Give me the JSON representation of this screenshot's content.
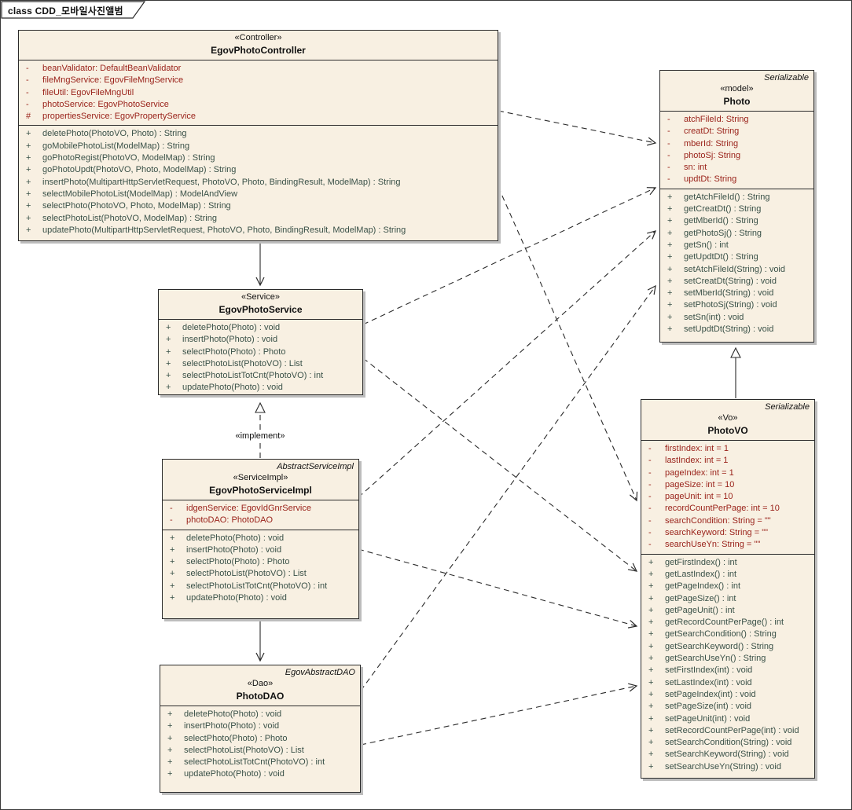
{
  "frame": {
    "title": "class CDD_모바일사진앨범"
  },
  "colors": {
    "class_fill": "#F8F0E2",
    "class_border": "#2B2B2B",
    "attribute_text": "#9A231B",
    "method_text": "#3A5148",
    "shadow": "#BDBDBD"
  },
  "connector_labels": {
    "implement": "«implement»"
  },
  "classes": [
    {
      "id": "controller",
      "template": "",
      "stereotype": "«Controller»",
      "name": "EgovPhotoController",
      "attributes": [
        {
          "vis": "-",
          "text": "beanValidator: DefaultBeanValidator"
        },
        {
          "vis": "-",
          "text": "fileMngService: EgovFileMngService"
        },
        {
          "vis": "-",
          "text": "fileUtil: EgovFileMngUtil"
        },
        {
          "vis": "-",
          "text": "photoService: EgovPhotoService"
        },
        {
          "vis": "#",
          "text": "propertiesService: EgovPropertyService"
        }
      ],
      "methods": [
        {
          "vis": "+",
          "text": "deletePhoto(PhotoVO, Photo) : String"
        },
        {
          "vis": "+",
          "text": "goMobilePhotoList(ModelMap) : String"
        },
        {
          "vis": "+",
          "text": "goPhotoRegist(PhotoVO, ModelMap) : String"
        },
        {
          "vis": "+",
          "text": "goPhotoUpdt(PhotoVO, Photo, ModelMap) : String"
        },
        {
          "vis": "+",
          "text": "insertPhoto(MultipartHttpServletRequest, PhotoVO, Photo, BindingResult, ModelMap) : String"
        },
        {
          "vis": "+",
          "text": "selectMobilePhotoList(ModelMap) : ModelAndView"
        },
        {
          "vis": "+",
          "text": "selectPhoto(PhotoVO, Photo, ModelMap) : String"
        },
        {
          "vis": "+",
          "text": "selectPhotoList(PhotoVO, ModelMap) : String"
        },
        {
          "vis": "+",
          "text": "updatePhoto(MultipartHttpServletRequest, PhotoVO, Photo, BindingResult, ModelMap) : String"
        }
      ]
    },
    {
      "id": "photo",
      "template": "Serializable",
      "stereotype": "«model»",
      "name": "Photo",
      "attributes": [
        {
          "vis": "-",
          "text": "atchFileId: String"
        },
        {
          "vis": "-",
          "text": "creatDt: String"
        },
        {
          "vis": "-",
          "text": "mberId: String"
        },
        {
          "vis": "-",
          "text": "photoSj: String"
        },
        {
          "vis": "-",
          "text": "sn: int"
        },
        {
          "vis": "-",
          "text": "updtDt: String"
        }
      ],
      "methods": [
        {
          "vis": "+",
          "text": "getAtchFileId() : String"
        },
        {
          "vis": "+",
          "text": "getCreatDt() : String"
        },
        {
          "vis": "+",
          "text": "getMberId() : String"
        },
        {
          "vis": "+",
          "text": "getPhotoSj() : String"
        },
        {
          "vis": "+",
          "text": "getSn() : int"
        },
        {
          "vis": "+",
          "text": "getUpdtDt() : String"
        },
        {
          "vis": "+",
          "text": "setAtchFileId(String) : void"
        },
        {
          "vis": "+",
          "text": "setCreatDt(String) : void"
        },
        {
          "vis": "+",
          "text": "setMberId(String) : void"
        },
        {
          "vis": "+",
          "text": "setPhotoSj(String) : void"
        },
        {
          "vis": "+",
          "text": "setSn(int) : void"
        },
        {
          "vis": "+",
          "text": "setUpdtDt(String) : void"
        }
      ]
    },
    {
      "id": "service",
      "template": "",
      "stereotype": "«Service»",
      "name": "EgovPhotoService",
      "attributes": [],
      "methods": [
        {
          "vis": "+",
          "text": "deletePhoto(Photo) : void"
        },
        {
          "vis": "+",
          "text": "insertPhoto(Photo) : void"
        },
        {
          "vis": "+",
          "text": "selectPhoto(Photo) : Photo"
        },
        {
          "vis": "+",
          "text": "selectPhotoList(PhotoVO) : List"
        },
        {
          "vis": "+",
          "text": "selectPhotoListTotCnt(PhotoVO) : int"
        },
        {
          "vis": "+",
          "text": "updatePhoto(Photo) : void"
        }
      ]
    },
    {
      "id": "serviceimpl",
      "template": "AbstractServiceImpl",
      "stereotype": "«ServiceImpl»",
      "name": "EgovPhotoServiceImpl",
      "attributes": [
        {
          "vis": "-",
          "text": "idgenService: EgovIdGnrService"
        },
        {
          "vis": "-",
          "text": "photoDAO: PhotoDAO"
        }
      ],
      "methods": [
        {
          "vis": "+",
          "text": "deletePhoto(Photo) : void"
        },
        {
          "vis": "+",
          "text": "insertPhoto(Photo) : void"
        },
        {
          "vis": "+",
          "text": "selectPhoto(Photo) : Photo"
        },
        {
          "vis": "+",
          "text": "selectPhotoList(PhotoVO) : List"
        },
        {
          "vis": "+",
          "text": "selectPhotoListTotCnt(PhotoVO) : int"
        },
        {
          "vis": "+",
          "text": "updatePhoto(Photo) : void"
        }
      ]
    },
    {
      "id": "dao",
      "template": "EgovAbstractDAO",
      "stereotype": "«Dao»",
      "name": "PhotoDAO",
      "attributes": [],
      "methods": [
        {
          "vis": "+",
          "text": "deletePhoto(Photo) : void"
        },
        {
          "vis": "+",
          "text": "insertPhoto(Photo) : void"
        },
        {
          "vis": "+",
          "text": "selectPhoto(Photo) : Photo"
        },
        {
          "vis": "+",
          "text": "selectPhotoList(PhotoVO) : List"
        },
        {
          "vis": "+",
          "text": "selectPhotoListTotCnt(PhotoVO) : int"
        },
        {
          "vis": "+",
          "text": "updatePhoto(Photo) : void"
        }
      ]
    },
    {
      "id": "photovo",
      "template": "Serializable",
      "stereotype": "«Vo»",
      "name": "PhotoVO",
      "attributes": [
        {
          "vis": "-",
          "text": "firstIndex: int = 1"
        },
        {
          "vis": "-",
          "text": "lastIndex: int = 1"
        },
        {
          "vis": "-",
          "text": "pageIndex: int = 1"
        },
        {
          "vis": "-",
          "text": "pageSize: int = 10"
        },
        {
          "vis": "-",
          "text": "pageUnit: int = 10"
        },
        {
          "vis": "-",
          "text": "recordCountPerPage: int = 10"
        },
        {
          "vis": "-",
          "text": "searchCondition: String = \"\""
        },
        {
          "vis": "-",
          "text": "searchKeyword: String = \"\""
        },
        {
          "vis": "-",
          "text": "searchUseYn: String = \"\""
        }
      ],
      "methods": [
        {
          "vis": "+",
          "text": "getFirstIndex() : int"
        },
        {
          "vis": "+",
          "text": "getLastIndex() : int"
        },
        {
          "vis": "+",
          "text": "getPageIndex() : int"
        },
        {
          "vis": "+",
          "text": "getPageSize() : int"
        },
        {
          "vis": "+",
          "text": "getPageUnit() : int"
        },
        {
          "vis": "+",
          "text": "getRecordCountPerPage() : int"
        },
        {
          "vis": "+",
          "text": "getSearchCondition() : String"
        },
        {
          "vis": "+",
          "text": "getSearchKeyword() : String"
        },
        {
          "vis": "+",
          "text": "getSearchUseYn() : String"
        },
        {
          "vis": "+",
          "text": "setFirstIndex(int) : void"
        },
        {
          "vis": "+",
          "text": "setLastIndex(int) : void"
        },
        {
          "vis": "+",
          "text": "setPageIndex(int) : void"
        },
        {
          "vis": "+",
          "text": "setPageSize(int) : void"
        },
        {
          "vis": "+",
          "text": "setPageUnit(int) : void"
        },
        {
          "vis": "+",
          "text": "setRecordCountPerPage(int) : void"
        },
        {
          "vis": "+",
          "text": "setSearchCondition(String) : void"
        },
        {
          "vis": "+",
          "text": "setSearchKeyword(String) : void"
        },
        {
          "vis": "+",
          "text": "setSearchUseYn(String) : void"
        }
      ]
    }
  ]
}
